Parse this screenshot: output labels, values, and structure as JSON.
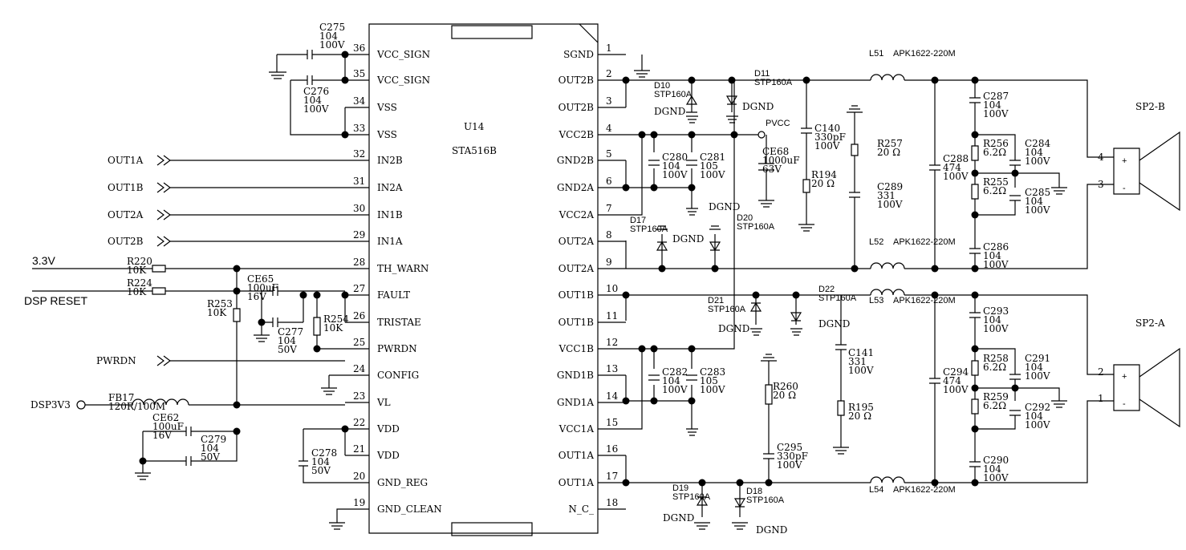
{
  "chip": {
    "name": "U14",
    "part": "STA516B"
  },
  "left_pins": [
    {
      "num": "36",
      "label": "VCC_SIGN"
    },
    {
      "num": "35",
      "label": "VCC_SIGN"
    },
    {
      "num": "34",
      "label": "VSS"
    },
    {
      "num": "33",
      "label": "VSS"
    },
    {
      "num": "32",
      "label": "IN2B"
    },
    {
      "num": "31",
      "label": "IN2A"
    },
    {
      "num": "30",
      "label": "IN1B"
    },
    {
      "num": "29",
      "label": "IN1A"
    },
    {
      "num": "28",
      "label": "TH_WARN"
    },
    {
      "num": "27",
      "label": "FAULT"
    },
    {
      "num": "26",
      "label": "TRISTAE"
    },
    {
      "num": "25",
      "label": "PWRDN"
    },
    {
      "num": "24",
      "label": "CONFIG"
    },
    {
      "num": "23",
      "label": "VL"
    },
    {
      "num": "22",
      "label": "VDD"
    },
    {
      "num": "21",
      "label": "VDD"
    },
    {
      "num": "20",
      "label": "GND_REG"
    },
    {
      "num": "19",
      "label": "GND_CLEAN"
    }
  ],
  "right_pins": [
    {
      "num": "1",
      "label": "SGND"
    },
    {
      "num": "2",
      "label": "OUT2B"
    },
    {
      "num": "3",
      "label": "OUT2B"
    },
    {
      "num": "4",
      "label": "VCC2B"
    },
    {
      "num": "5",
      "label": "GND2B"
    },
    {
      "num": "6",
      "label": "GND2A"
    },
    {
      "num": "7",
      "label": "VCC2A"
    },
    {
      "num": "8",
      "label": "OUT2A"
    },
    {
      "num": "9",
      "label": "OUT2A"
    },
    {
      "num": "10",
      "label": "OUT1B"
    },
    {
      "num": "11",
      "label": "OUT1B"
    },
    {
      "num": "12",
      "label": "VCC1B"
    },
    {
      "num": "13",
      "label": "GND1B"
    },
    {
      "num": "14",
      "label": "GND1A"
    },
    {
      "num": "15",
      "label": "VCC1A"
    },
    {
      "num": "16",
      "label": "OUT1A"
    },
    {
      "num": "17",
      "label": "OUT1A"
    },
    {
      "num": "18",
      "label": "N_C_"
    }
  ],
  "inputs": [
    "OUT1A",
    "OUT1B",
    "OUT2A",
    "OUT2B",
    "PWRDN"
  ],
  "nets": {
    "v33": "3.3V",
    "dsp_reset": "DSP RESET",
    "dsp3v3": "DSP3V3",
    "pvcc": "PVCC",
    "dgnd": "DGND"
  },
  "components": [
    {
      "ref": "C275",
      "lines": [
        "C275",
        "104",
        "100V"
      ]
    },
    {
      "ref": "C276",
      "lines": [
        "C276",
        "104",
        "100V"
      ]
    },
    {
      "ref": "R220",
      "lines": [
        "R220",
        "10K"
      ]
    },
    {
      "ref": "R224",
      "lines": [
        "R224",
        "10K"
      ]
    },
    {
      "ref": "CE65",
      "lines": [
        "CE65",
        "100uF",
        "16V"
      ]
    },
    {
      "ref": "R253",
      "lines": [
        "R253",
        "10K"
      ]
    },
    {
      "ref": "C277",
      "lines": [
        "C277",
        "104",
        "50V"
      ]
    },
    {
      "ref": "R254",
      "lines": [
        "R254",
        "10K"
      ]
    },
    {
      "ref": "FB17",
      "lines": [
        "FB17",
        "120R/100M"
      ]
    },
    {
      "ref": "CE62",
      "lines": [
        "CE62",
        "100uF",
        "16V"
      ]
    },
    {
      "ref": "C279",
      "lines": [
        "C279",
        "104",
        "50V"
      ]
    },
    {
      "ref": "C278",
      "lines": [
        "C278",
        "104",
        "50V"
      ]
    },
    {
      "ref": "C280",
      "lines": [
        "C280",
        "104",
        "100V"
      ]
    },
    {
      "ref": "C281",
      "lines": [
        "C281",
        "105",
        "100V"
      ]
    },
    {
      "ref": "C282",
      "lines": [
        "C282",
        "104",
        "100V"
      ]
    },
    {
      "ref": "C283",
      "lines": [
        "C283",
        "105",
        "100V"
      ]
    },
    {
      "ref": "D10",
      "lines": [
        "D10",
        "STP160A"
      ]
    },
    {
      "ref": "D11",
      "lines": [
        "D11",
        "STP160A"
      ]
    },
    {
      "ref": "D17",
      "lines": [
        "D17",
        "STP160A"
      ]
    },
    {
      "ref": "D20",
      "lines": [
        "D20",
        "STP160A"
      ]
    },
    {
      "ref": "D21",
      "lines": [
        "D21",
        "STP160A"
      ]
    },
    {
      "ref": "D22",
      "lines": [
        "D22",
        "STP160A"
      ]
    },
    {
      "ref": "D19",
      "lines": [
        "D19",
        "STP160A"
      ]
    },
    {
      "ref": "D18",
      "lines": [
        "D18",
        "STP160A"
      ]
    },
    {
      "ref": "CE68",
      "lines": [
        "CE68",
        "1000uF",
        "63V"
      ]
    },
    {
      "ref": "C140",
      "lines": [
        "C140",
        "330pF",
        "100V"
      ]
    },
    {
      "ref": "R194",
      "lines": [
        "R194",
        "20 Ω"
      ]
    },
    {
      "ref": "R257",
      "lines": [
        "R257",
        "20 Ω"
      ]
    },
    {
      "ref": "C289",
      "lines": [
        "C289",
        "331",
        "100V"
      ]
    },
    {
      "ref": "C141",
      "lines": [
        "C141",
        "331",
        "100V"
      ]
    },
    {
      "ref": "R195",
      "lines": [
        "R195",
        "20 Ω"
      ]
    },
    {
      "ref": "R260",
      "lines": [
        "R260",
        "20 Ω"
      ]
    },
    {
      "ref": "C295",
      "lines": [
        "C295",
        "330pF",
        "100V"
      ]
    },
    {
      "ref": "L51",
      "lines": [
        "L51",
        "APK1622-220M"
      ]
    },
    {
      "ref": "L52",
      "lines": [
        "L52",
        "APK1622-220M"
      ]
    },
    {
      "ref": "L53",
      "lines": [
        "L53",
        "APK1622-220M"
      ]
    },
    {
      "ref": "L54",
      "lines": [
        "L54",
        "APK1622-220M"
      ]
    },
    {
      "ref": "C288",
      "lines": [
        "C288",
        "474",
        "100V"
      ]
    },
    {
      "ref": "C294",
      "lines": [
        "C294",
        "474",
        "100V"
      ]
    },
    {
      "ref": "C287",
      "lines": [
        "C287",
        "104",
        "100V"
      ]
    },
    {
      "ref": "C286",
      "lines": [
        "C286",
        "104",
        "100V"
      ]
    },
    {
      "ref": "C293",
      "lines": [
        "C293",
        "104",
        "100V"
      ]
    },
    {
      "ref": "C290",
      "lines": [
        "C290",
        "104",
        "100V"
      ]
    },
    {
      "ref": "R256",
      "lines": [
        "R256",
        "6.2Ω"
      ]
    },
    {
      "ref": "R255",
      "lines": [
        "R255",
        "6.2Ω"
      ]
    },
    {
      "ref": "R258",
      "lines": [
        "R258",
        "6.2Ω"
      ]
    },
    {
      "ref": "R259",
      "lines": [
        "R259",
        "6.2Ω"
      ]
    },
    {
      "ref": "C284",
      "lines": [
        "C284",
        "104",
        "100V"
      ]
    },
    {
      "ref": "C285",
      "lines": [
        "C285",
        "104",
        "100V"
      ]
    },
    {
      "ref": "C291",
      "lines": [
        "C291",
        "104",
        "100V"
      ]
    },
    {
      "ref": "C292",
      "lines": [
        "C292",
        "104",
        "100V"
      ]
    }
  ],
  "speakers": [
    {
      "name": "SP2-B",
      "pin_top": "4",
      "pin_bot": "3",
      "plus": "+",
      "minus": "-"
    },
    {
      "name": "SP2-A",
      "pin_top": "2",
      "pin_bot": "1",
      "plus": "+",
      "minus": "-"
    }
  ]
}
